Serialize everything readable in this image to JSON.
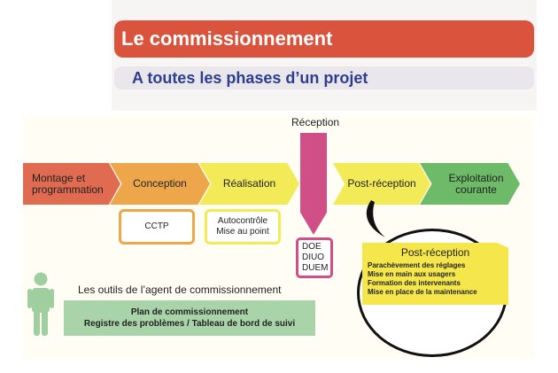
{
  "header": {
    "title": "Le commissionnement",
    "subtitle": "A toutes les phases d’un projet"
  },
  "phases": [
    {
      "label": "Montage et programmation",
      "color": "#e06b50"
    },
    {
      "label": "Conception",
      "color": "#eea64a"
    },
    {
      "label": "Réalisation",
      "color": "#f2ea56"
    },
    {
      "label": "Post-réception",
      "color": "#f2ea56"
    },
    {
      "label": "Exploitation courante",
      "color": "#6dbb68"
    }
  ],
  "reception": {
    "label": "Réception",
    "color": "#cf4f86",
    "docs": [
      "DOE",
      "DIUO",
      "DUEM"
    ]
  },
  "sub_boxes": {
    "cctp": "CCTP",
    "realisation": [
      "Autocontrôle",
      "Mise au point"
    ]
  },
  "post_reception_detail": {
    "title": "Post-réception",
    "items": [
      "Parachèvement des réglages",
      "Mise en main aux usagers",
      "Formation des intervenants",
      "Mise en place de la maintenance"
    ]
  },
  "tools": {
    "title": "Les outils de l’agent de commissionnement",
    "lines": [
      "Plan de commissionnement",
      "Registre des problèmes / Tableau de bord de suivi"
    ]
  }
}
